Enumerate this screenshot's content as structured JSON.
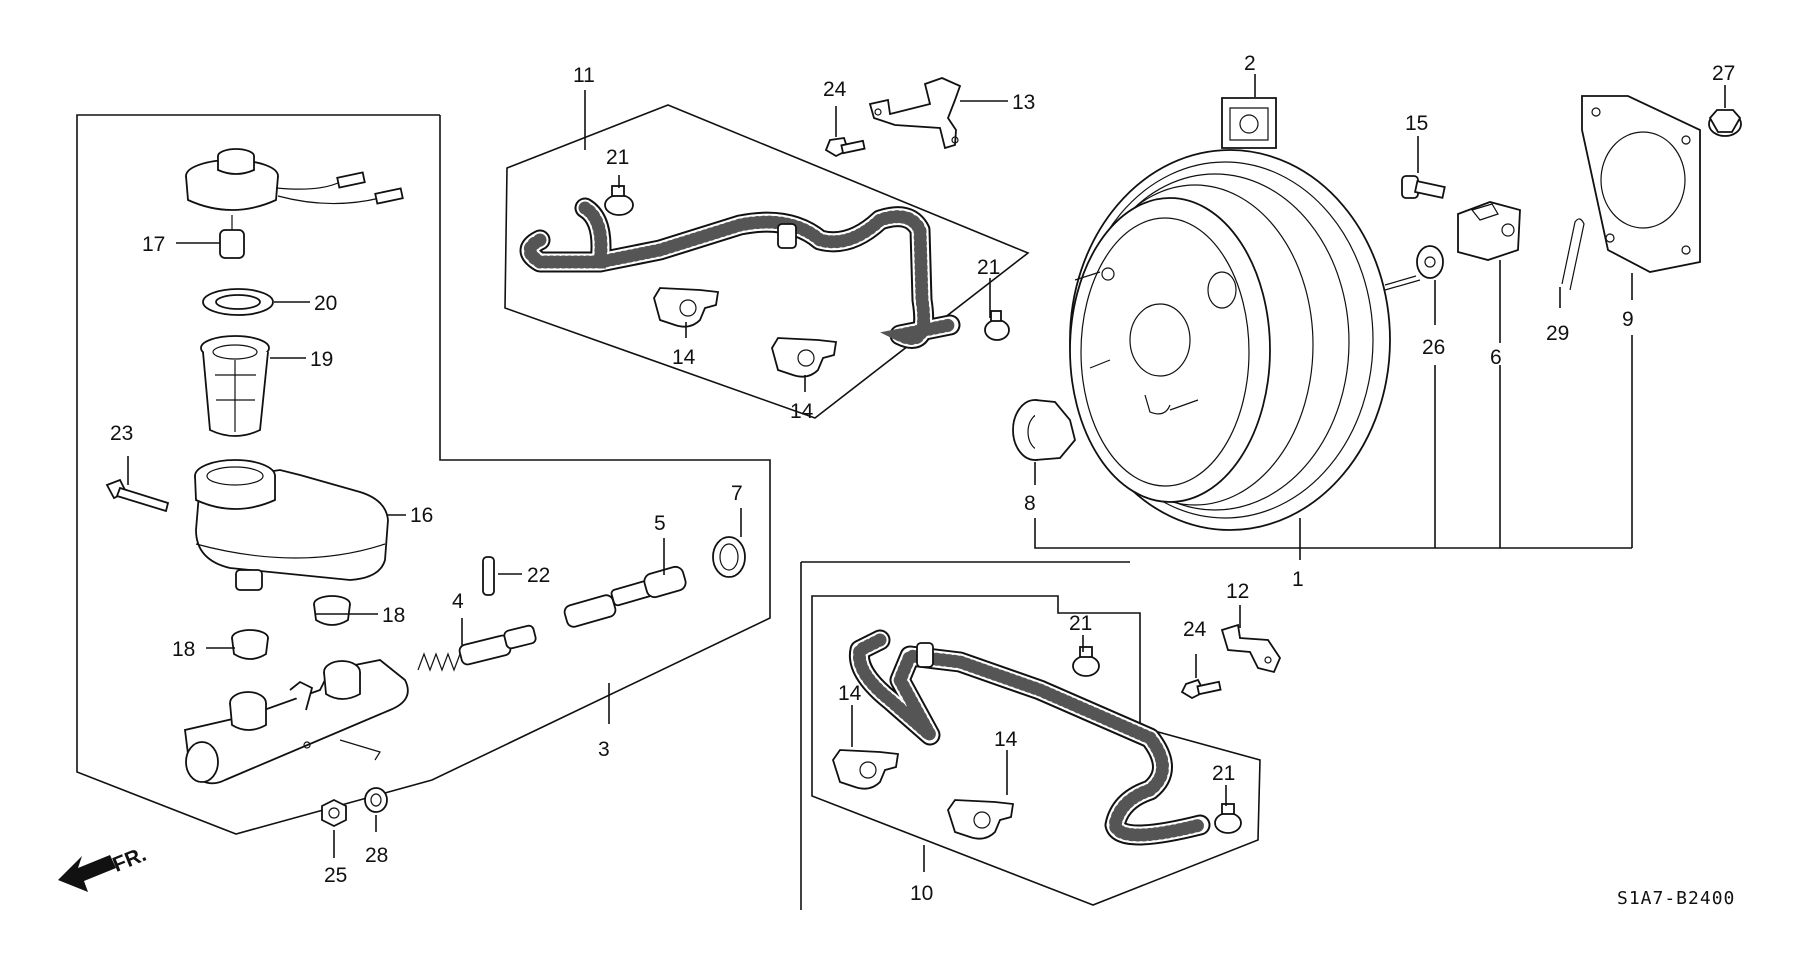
{
  "diagram": {
    "code": "S1A7-B2400",
    "direction_arrow": "FR.",
    "callouts": [
      {
        "id": "c1",
        "text": "1"
      },
      {
        "id": "c2",
        "text": "2"
      },
      {
        "id": "c3",
        "text": "3"
      },
      {
        "id": "c4",
        "text": "4"
      },
      {
        "id": "c5",
        "text": "5"
      },
      {
        "id": "c6",
        "text": "6"
      },
      {
        "id": "c7",
        "text": "7"
      },
      {
        "id": "c8",
        "text": "8"
      },
      {
        "id": "c9",
        "text": "9"
      },
      {
        "id": "c10",
        "text": "10"
      },
      {
        "id": "c11",
        "text": "11"
      },
      {
        "id": "c12",
        "text": "12"
      },
      {
        "id": "c13",
        "text": "13"
      },
      {
        "id": "c14a",
        "text": "14"
      },
      {
        "id": "c14b",
        "text": "14"
      },
      {
        "id": "c14c",
        "text": "14"
      },
      {
        "id": "c14d",
        "text": "14"
      },
      {
        "id": "c15",
        "text": "15"
      },
      {
        "id": "c16",
        "text": "16"
      },
      {
        "id": "c17",
        "text": "17"
      },
      {
        "id": "c18a",
        "text": "18"
      },
      {
        "id": "c18b",
        "text": "18"
      },
      {
        "id": "c19",
        "text": "19"
      },
      {
        "id": "c20",
        "text": "20"
      },
      {
        "id": "c21a",
        "text": "21"
      },
      {
        "id": "c21b",
        "text": "21"
      },
      {
        "id": "c21c",
        "text": "21"
      },
      {
        "id": "c21d",
        "text": "21"
      },
      {
        "id": "c22",
        "text": "22"
      },
      {
        "id": "c23",
        "text": "23"
      },
      {
        "id": "c24a",
        "text": "24"
      },
      {
        "id": "c24b",
        "text": "24"
      },
      {
        "id": "c25",
        "text": "25"
      },
      {
        "id": "c26",
        "text": "26"
      },
      {
        "id": "c27",
        "text": "27"
      },
      {
        "id": "c28",
        "text": "28"
      },
      {
        "id": "c29",
        "text": "29"
      }
    ]
  }
}
